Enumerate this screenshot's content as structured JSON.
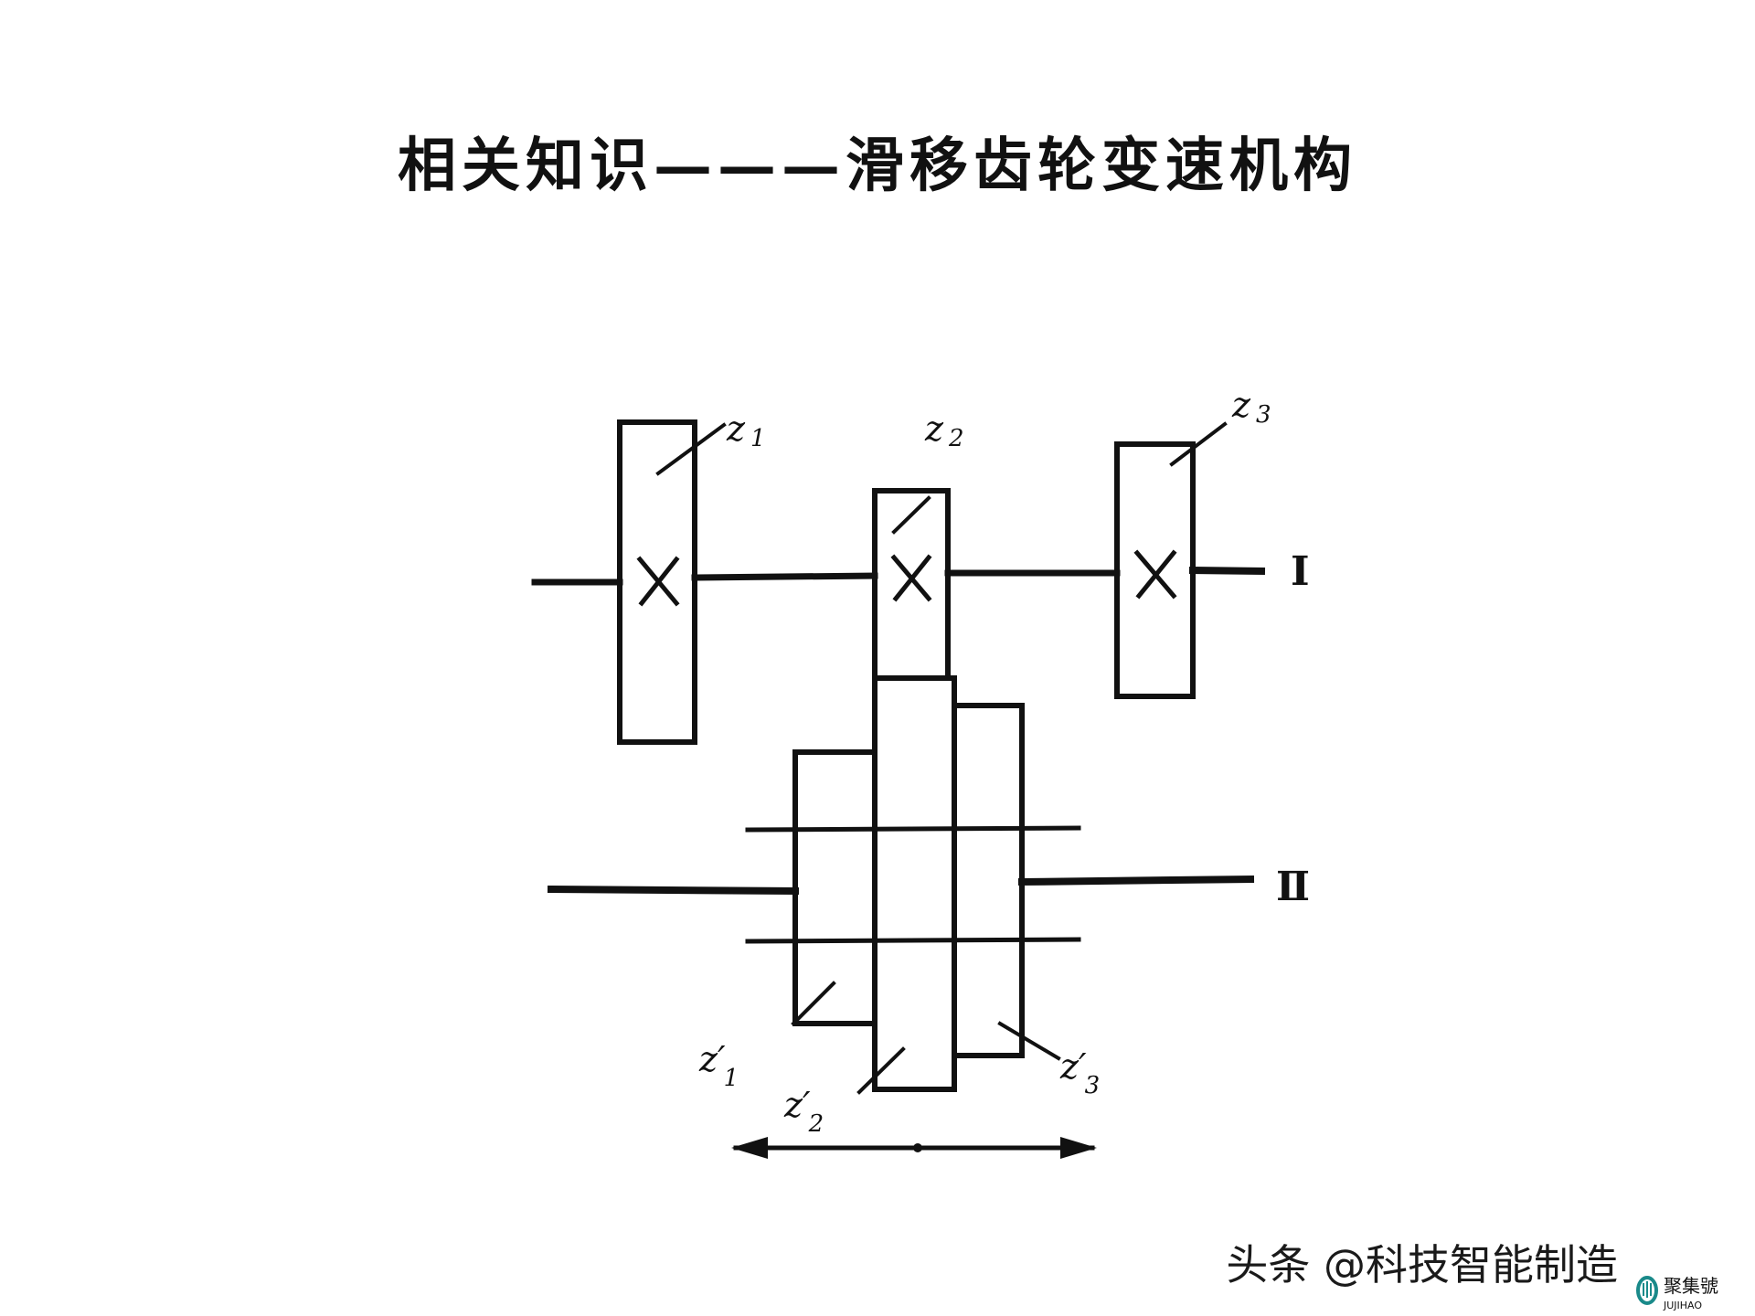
{
  "title": "相关知识———滑移齿轮变速机构",
  "diagram": {
    "gears": [
      {
        "label": "z",
        "sub": "1"
      },
      {
        "label": "z",
        "sub": "2"
      },
      {
        "label": "z",
        "sub": "3"
      },
      {
        "label": "z′",
        "sub": "1"
      },
      {
        "label": "z′",
        "sub": "2"
      },
      {
        "label": "z′",
        "sub": "3"
      }
    ],
    "shafts": [
      {
        "label": "Ⅰ"
      },
      {
        "label": "Ⅱ"
      }
    ]
  },
  "watermark": "头条 @科技智能制造",
  "logo": {
    "text": "聚集號",
    "subtext": "JUJIHAO",
    "color": "#1a8a8a"
  }
}
